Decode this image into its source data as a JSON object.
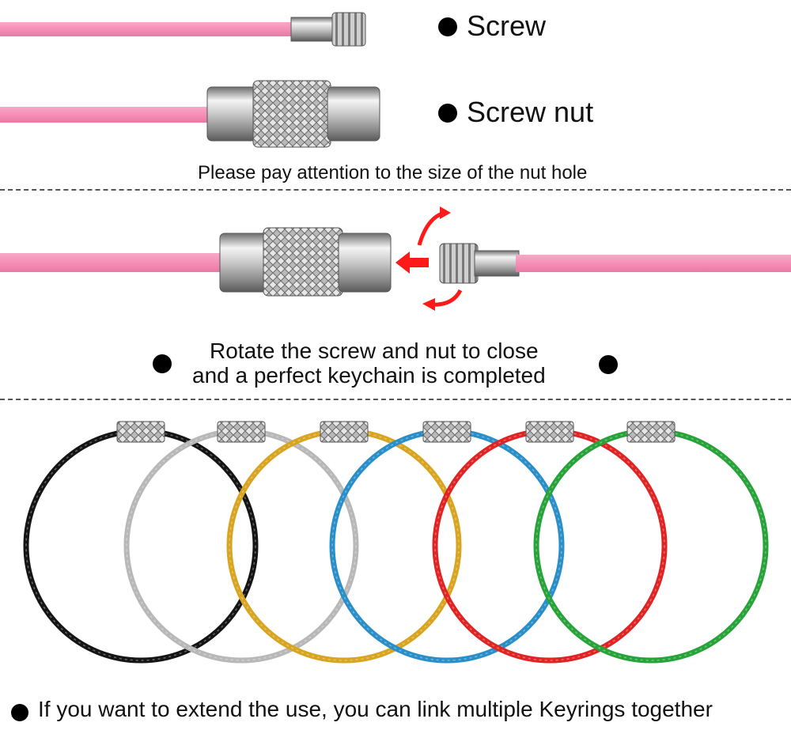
{
  "labels": {
    "screw": "Screw",
    "screw_nut": "Screw nut",
    "nut_hole_note": "Please pay attention to the size of the nut hole",
    "rotate_line1": "Rotate the screw and nut to close",
    "rotate_line2": "and a perfect keychain is completed",
    "extend_note": "If you want to extend the use, you can link multiple Keyrings together"
  },
  "colors": {
    "cable_pink": "#f48fb4",
    "arrow_red": "#ff1a1a",
    "rings": [
      "#151515",
      "#b8b8b8",
      "#d9a520",
      "#2a8fc8",
      "#e02424",
      "#27a33a"
    ]
  },
  "rings": [
    {
      "name": "black-ring",
      "color": "#151515"
    },
    {
      "name": "silver-ring",
      "color": "#b8b8b8"
    },
    {
      "name": "gold-ring",
      "color": "#d9a520"
    },
    {
      "name": "blue-ring",
      "color": "#2a8fc8"
    },
    {
      "name": "red-ring",
      "color": "#e02424"
    },
    {
      "name": "green-ring",
      "color": "#27a33a"
    }
  ]
}
